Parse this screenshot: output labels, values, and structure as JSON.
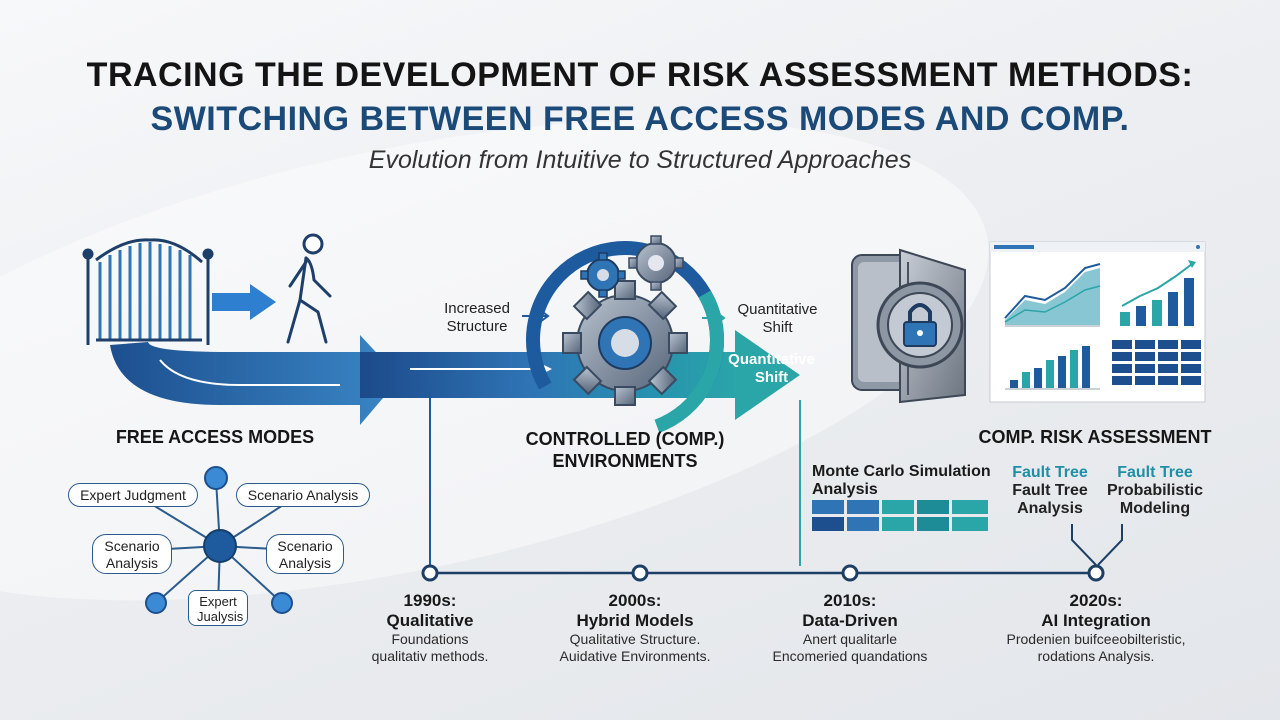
{
  "title": {
    "line1": "Tracing the Development of Risk Assessment Methods:",
    "line2": "Switching Between Free Access Modes and Comp."
  },
  "subtitle": "Evolution from Intuitive to Structured Approaches",
  "stages": {
    "free": "FREE ACCESS MODES",
    "controlled_line1": "CONTROLLED (COMP.)",
    "controlled_line2": "ENVIRONMENTS",
    "comp": "COMP. RISK ASSESSMENT"
  },
  "arrow_labels": {
    "increased_line1": "Increased",
    "increased_line2": "Structure",
    "quant_top_line1": "Quantitative",
    "quant_top_line2": "Shift",
    "quant_arrow_line1": "Quantitative",
    "quant_arrow_line2": "Shift"
  },
  "network": {
    "expert_judgment": "Expert Judgment",
    "scenario_analysis_top": "Scenario Analysis",
    "scenario_left_line1": "Scenario",
    "scenario_left_line2": "Analysis",
    "scenario_right_line1": "Scenario",
    "scenario_right_line2": "Analysis",
    "expert_bottom_line1": "Expert",
    "expert_bottom_line2": "Jualysis"
  },
  "monte_carlo": {
    "line1": "Monte Carlo Simulation",
    "line2": "Analysis"
  },
  "fault_tree": {
    "left_teal": "Fault Tree",
    "left_line1": "Fault Tree",
    "left_line2": "Analysis",
    "right_teal": "Fault Tree",
    "right_line1": "Probabilistic",
    "right_line2": "Modeling"
  },
  "timeline": [
    {
      "year": "1990s:",
      "name": "Qualitative",
      "desc1": "Foundations",
      "desc2": "qualitativ methods."
    },
    {
      "year": "2000s:",
      "name": "Hybrid Models",
      "desc1": "Qualitative Structure.",
      "desc2": "Auidative Environments."
    },
    {
      "year": "2010s:",
      "name": "Data-Driven",
      "desc1": "Anert qualitarle",
      "desc2": "Encomeried quandations"
    },
    {
      "year": "2020s:",
      "name": "AI Integration",
      "desc1": "Prodenien buifceeobilteristic,",
      "desc2": "rodations Analysis."
    }
  ],
  "colors": {
    "navy": "#1c4a78",
    "blue": "#2f74b5",
    "teal": "#2aa6a8",
    "gear": "#3a5f8f"
  }
}
